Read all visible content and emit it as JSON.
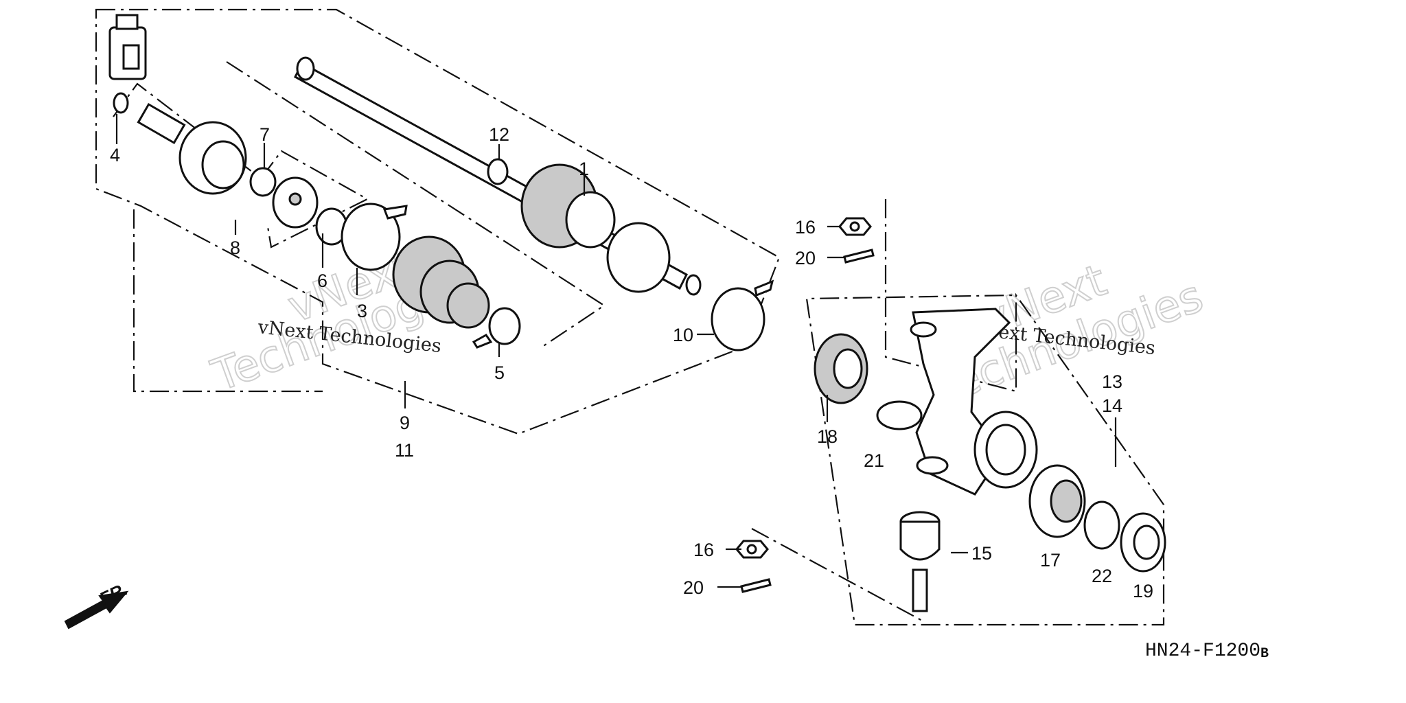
{
  "diagram": {
    "callouts": {
      "c1": "1",
      "c3": "3",
      "c4": "4",
      "c5": "5",
      "c6": "6",
      "c7": "7",
      "c8": "8",
      "c9": "9",
      "c10": "10",
      "c11": "11",
      "c12": "12",
      "c13": "13",
      "c14": "14",
      "c15": "15",
      "c16a": "16",
      "c16b": "16",
      "c17": "17",
      "c18": "18",
      "c19": "19",
      "c20a": "20",
      "c20b": "20",
      "c21": "21",
      "c22": "22"
    },
    "watermark": {
      "brand_small": "vNext Technologies",
      "brand_line1": "vNext",
      "brand_line2": "Technologies"
    },
    "front_indicator": "FR.",
    "figure_code": "HN24-F1200",
    "figure_code_suffix": "B"
  }
}
